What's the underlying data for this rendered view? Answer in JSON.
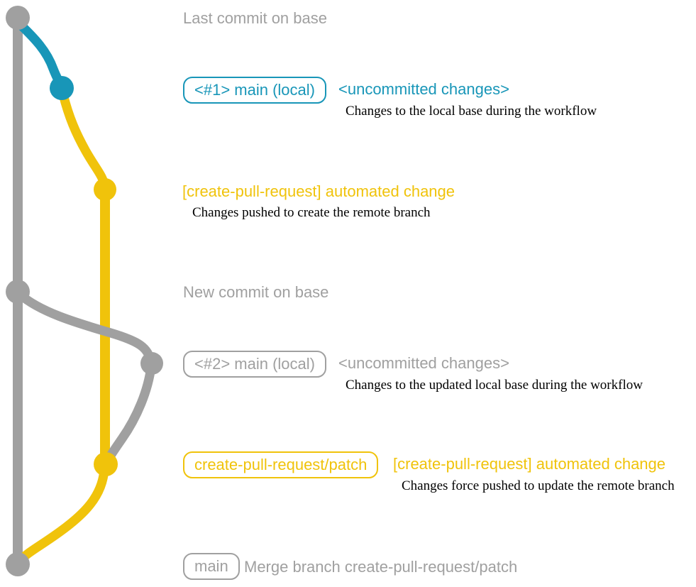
{
  "colors": {
    "gray": "#a0a0a0",
    "teal": "#1896b8",
    "yellow": "#f0c30b",
    "description_text": "#000000",
    "background": "#ffffff"
  },
  "graph": {
    "branches": [
      {
        "name": "base",
        "color": "#a0a0a0"
      },
      {
        "name": "main (local) #1",
        "color": "#1896b8"
      },
      {
        "name": "create-pull-request/patch",
        "color": "#f0c30b"
      },
      {
        "name": "main (local) #2",
        "color": "#a0a0a0"
      }
    ],
    "commits": [
      {
        "id": "last-commit-on-base",
        "branch": "base",
        "color": "#a0a0a0"
      },
      {
        "id": "uncommitted-changes-1",
        "branch": "main (local) #1",
        "color": "#1896b8"
      },
      {
        "id": "automated-change-1",
        "branch": "create-pull-request/patch",
        "color": "#f0c30b"
      },
      {
        "id": "new-commit-on-base",
        "branch": "base",
        "color": "#a0a0a0"
      },
      {
        "id": "uncommitted-changes-2",
        "branch": "main (local) #2",
        "color": "#a0a0a0"
      },
      {
        "id": "automated-change-2",
        "branch": "create-pull-request/patch",
        "color": "#f0c30b"
      },
      {
        "id": "merge-commit",
        "branch": "base",
        "color": "#a0a0a0"
      }
    ]
  },
  "rows": {
    "last_commit_on_base": {
      "label": "Last commit on base"
    },
    "uncommitted_1": {
      "badge": "<#1> main (local)",
      "title": "<uncommitted changes>",
      "description": "Changes to the local base during the workflow"
    },
    "automated_change_1": {
      "title": "[create-pull-request] automated change",
      "description": "Changes pushed to create the remote branch"
    },
    "new_commit_on_base": {
      "label": "New commit on base"
    },
    "uncommitted_2": {
      "badge": "<#2> main (local)",
      "title": "<uncommitted changes>",
      "description": "Changes to the updated local base during the workflow"
    },
    "automated_change_2": {
      "badge": "create-pull-request/patch",
      "title": "[create-pull-request] automated change",
      "description": "Changes force pushed to update the remote branch"
    },
    "merge": {
      "badge": "main",
      "label": "Merge branch create-pull-request/patch"
    }
  }
}
